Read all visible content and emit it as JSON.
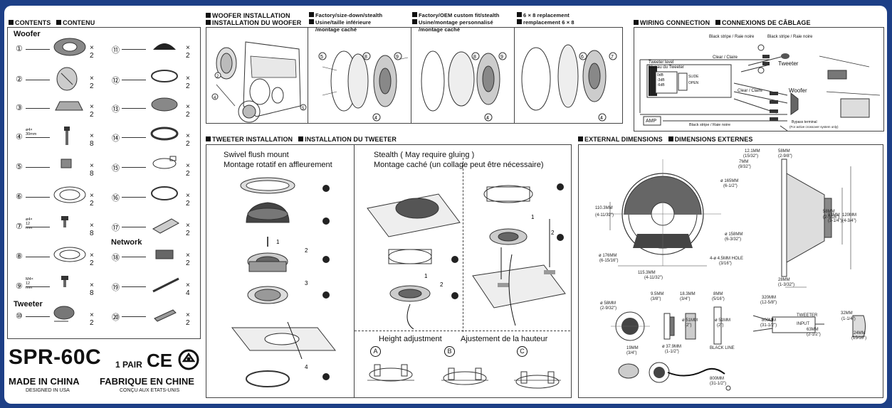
{
  "contents": {
    "title": "CONTENTS",
    "title_fr": "CONTENU",
    "woofer_label": "Woofer",
    "network_label": "Network",
    "tweeter_label": "Tweeter",
    "items": [
      {
        "no": "①",
        "qty": "× 2",
        "note": ""
      },
      {
        "no": "②",
        "qty": "× 2",
        "note": ""
      },
      {
        "no": "③",
        "qty": "× 2",
        "note": ""
      },
      {
        "no": "④",
        "qty": "× 8",
        "note": "ø4× 30mm"
      },
      {
        "no": "⑤",
        "qty": "× 8",
        "note": ""
      },
      {
        "no": "⑥",
        "qty": "× 2",
        "note": ""
      },
      {
        "no": "⑦",
        "qty": "× 8",
        "note": "ø4× 12 mm"
      },
      {
        "no": "⑧",
        "qty": "× 2",
        "note": ""
      },
      {
        "no": "⑨",
        "qty": "× 8",
        "note": "M4× 12 mm"
      },
      {
        "no": "⑩",
        "qty": "× 2",
        "note": ""
      },
      {
        "no": "⑪",
        "qty": "× 2",
        "note": ""
      },
      {
        "no": "⑫",
        "qty": "× 2",
        "note": ""
      },
      {
        "no": "⑬",
        "qty": "× 2",
        "note": ""
      },
      {
        "no": "⑭",
        "qty": "× 2",
        "note": ""
      },
      {
        "no": "⑮",
        "qty": "× 2",
        "note": ""
      },
      {
        "no": "⑯",
        "qty": "× 2",
        "note": ""
      },
      {
        "no": "⑰",
        "qty": "× 2",
        "note": ""
      },
      {
        "no": "⑱",
        "qty": "× 2",
        "note": ""
      },
      {
        "no": "⑲",
        "qty": "× 4",
        "note": ""
      },
      {
        "no": "⑳",
        "qty": "× 2",
        "note": ""
      }
    ]
  },
  "product": {
    "model": "SPR-60C",
    "pair": "1 PAIR",
    "ce": "CE",
    "made_en": "MADE IN CHINA",
    "made_fr": "FABRIQUE EN CHINE",
    "designed_en": "DESIGNED IN USA",
    "designed_fr": "CONÇU AUX ETATS-UNIS"
  },
  "woofer_install": {
    "title": "WOOFER INSTALLATION",
    "title_fr": "INSTALLATION DU WOOFER",
    "panel2_en": "Factory/size-down/stealth",
    "panel2_fr1": "Usine/taille inférieure",
    "panel2_fr2": "/montage caché",
    "panel3_en": "Factory/OEM custom fit/stealth",
    "panel3_fr1": "Usine/montage personnalisé",
    "panel3_fr2": "/montage caché",
    "panel4_en": "6 × 8  replacement",
    "panel4_fr": "remplacement  6 × 8"
  },
  "tweeter_install": {
    "title": "TWEETER INSTALLATION",
    "title_fr": "INSTALLATION DU TWEETER",
    "swivel_en": "Swivel flush mount",
    "swivel_fr": "Montage rotatif en affleurement",
    "stealth_en": "Stealth ( May require gluing )",
    "stealth_fr": "Montage caché (un collage peut être nécessaire)",
    "height_en": "Height adjustment",
    "height_fr": "Ajustement de la hauteur",
    "positions": [
      "A",
      "B",
      "C"
    ]
  },
  "wiring": {
    "title": "WIRING CONNECTION",
    "title_fr": "CONNEXIONS DE CÂBLAGE",
    "black_stripe": "Black stripe / Raie noire",
    "clear": "Clear / Claire",
    "tweeter_level": "Tweeter level",
    "tweeter_level_fr": "Niveau du Tweeter",
    "levels": [
      "0dB",
      "-3dB",
      "-6dB"
    ],
    "slide_open": "SLIDE OPEN",
    "tweeter": "Tweeter",
    "woofer": "Woofer",
    "amp": "AMP",
    "bypass": "Bypass terminal",
    "bypass_note": "(For active crossover system only)"
  },
  "dimensions": {
    "title": "EXTERNAL DIMENSIONS",
    "title_fr": "DIMENSIONS EXTERNES",
    "labels": [
      "ø 165MM",
      "(6-1/2\")",
      "ø 158MM",
      "(6-3/32\")",
      "ø 176MM",
      "(6-15/16\")",
      "4-ø 4.5MM HOLE",
      "(3/16\")",
      "115.3MM",
      "(4-11/32\")",
      "110.3MM",
      "(4-11/32\")",
      "12.1MM",
      "(15/32\")",
      "7MM",
      "(9/32\")",
      "58MM",
      "(2-9/8\")",
      "83MM",
      "(3-1/4\")",
      "120MM",
      "(4-3/4\")",
      "28MM",
      "(1-3/32\")",
      "58MM",
      "(2-5/16\")",
      "ø 58MM",
      "(2-9/32\")",
      "9.5MM",
      "(3/8\")",
      "18.3MM",
      "(3/4\")",
      "8MM",
      "(5/16\")",
      "ø 51MM",
      "(2\")",
      "ø 51MM",
      "(2\")",
      "320MM",
      "(12-5/8\")",
      "800MM",
      "(31-1/2\")",
      "63MM",
      "(2-1/2\")",
      "32MM",
      "(1-1/4\")",
      "24MM",
      "(15/16\")",
      "TWEETER",
      "INPUT",
      "19MM",
      "(3/4\")",
      "ø 37.9MM",
      "(1-1/2\")",
      "BLACK LINE",
      "800MM",
      "(31-1/2\")"
    ]
  }
}
